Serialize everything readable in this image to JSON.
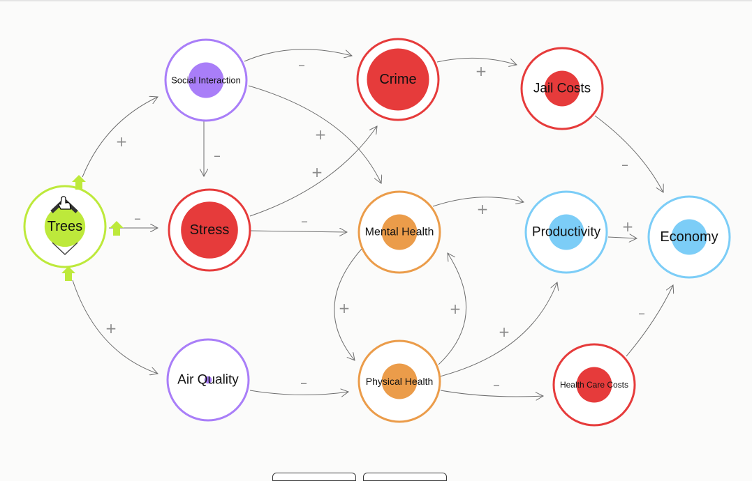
{
  "colors": {
    "green": "#bde93b",
    "purple": "#a97ef8",
    "red": "#e63b3b",
    "orange": "#eb9c4a",
    "blue": "#7ccdf7",
    "edge": "#6e6e6e",
    "sign": "#8a8a8a"
  },
  "nodes": [
    {
      "id": "trees",
      "label": "Trees",
      "color": "green",
      "level": 0.55
    },
    {
      "id": "social_interaction",
      "label": "Social Interaction",
      "color": "purple",
      "level": 0.48
    },
    {
      "id": "stress",
      "label": "Stress",
      "color": "red",
      "level": 0.77
    },
    {
      "id": "air_quality",
      "label": "Air Quality",
      "color": "purple",
      "level": 0.1
    },
    {
      "id": "crime",
      "label": "Crime",
      "color": "red",
      "level": 0.84
    },
    {
      "id": "mental_health",
      "label": "Mental Health",
      "color": "orange",
      "level": 0.48
    },
    {
      "id": "physical_health",
      "label": "Physical Health",
      "color": "orange",
      "level": 0.48
    },
    {
      "id": "jail_costs",
      "label": "Jail Costs",
      "color": "red",
      "level": 0.48
    },
    {
      "id": "productivity",
      "label": "Productivity",
      "color": "blue",
      "level": 0.48
    },
    {
      "id": "health_care_costs",
      "label": "Health Care Costs",
      "color": "red",
      "level": 0.48
    },
    {
      "id": "economy",
      "label": "Economy",
      "color": "blue",
      "level": 0.48
    }
  ],
  "edges": [
    {
      "from": "trees",
      "to": "social_interaction",
      "sign": "+"
    },
    {
      "from": "trees",
      "to": "stress",
      "sign": "–"
    },
    {
      "from": "trees",
      "to": "air_quality",
      "sign": "+"
    },
    {
      "from": "social_interaction",
      "to": "crime",
      "sign": "–"
    },
    {
      "from": "social_interaction",
      "to": "stress",
      "sign": "–"
    },
    {
      "from": "social_interaction",
      "to": "mental_health",
      "sign": "+"
    },
    {
      "from": "stress",
      "to": "crime",
      "sign": "+"
    },
    {
      "from": "stress",
      "to": "mental_health",
      "sign": "–"
    },
    {
      "from": "air_quality",
      "to": "physical_health",
      "sign": "–"
    },
    {
      "from": "crime",
      "to": "jail_costs",
      "sign": "+"
    },
    {
      "from": "jail_costs",
      "to": "economy",
      "sign": "–"
    },
    {
      "from": "mental_health",
      "to": "productivity",
      "sign": "+"
    },
    {
      "from": "mental_health",
      "to": "physical_health",
      "sign": "+"
    },
    {
      "from": "physical_health",
      "to": "mental_health",
      "sign": "+"
    },
    {
      "from": "physical_health",
      "to": "productivity",
      "sign": "+"
    },
    {
      "from": "physical_health",
      "to": "health_care_costs",
      "sign": "–"
    },
    {
      "from": "productivity",
      "to": "economy",
      "sign": "+"
    },
    {
      "from": "health_care_costs",
      "to": "economy",
      "sign": "–"
    }
  ],
  "selected_node_controls": {
    "node": "trees",
    "icons": [
      "up-arrow-icon",
      "down-chevron-icon",
      "hand-cursor-icon",
      "arrow-handle-icon"
    ]
  }
}
